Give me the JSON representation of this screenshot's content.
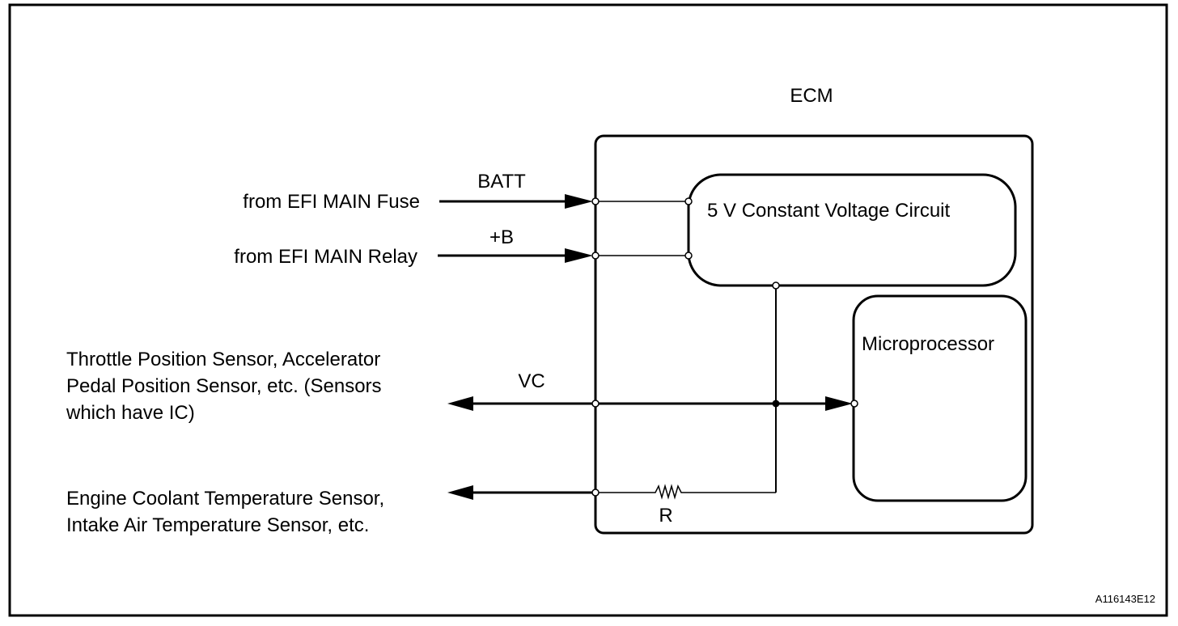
{
  "diagram": {
    "ecm_label": "ECM",
    "voltage_circuit_label": "5 V Constant Voltage Circuit",
    "microprocessor_label": "Microprocessor",
    "inputs": {
      "batt": {
        "signal": "BATT",
        "source": "from EFI MAIN Fuse"
      },
      "plus_b": {
        "signal": "+B",
        "source": "from EFI MAIN Relay"
      }
    },
    "outputs": {
      "vc": {
        "signal": "VC",
        "destination_lines": [
          "Throttle Position Sensor, Accelerator",
          "Pedal Position Sensor, etc. (Sensors",
          "which have IC)"
        ]
      },
      "r": {
        "signal": "R",
        "destination_lines": [
          "Engine Coolant Temperature Sensor,",
          "Intake Air Temperature Sensor, etc."
        ]
      }
    },
    "figure_id": "A116143E12"
  }
}
